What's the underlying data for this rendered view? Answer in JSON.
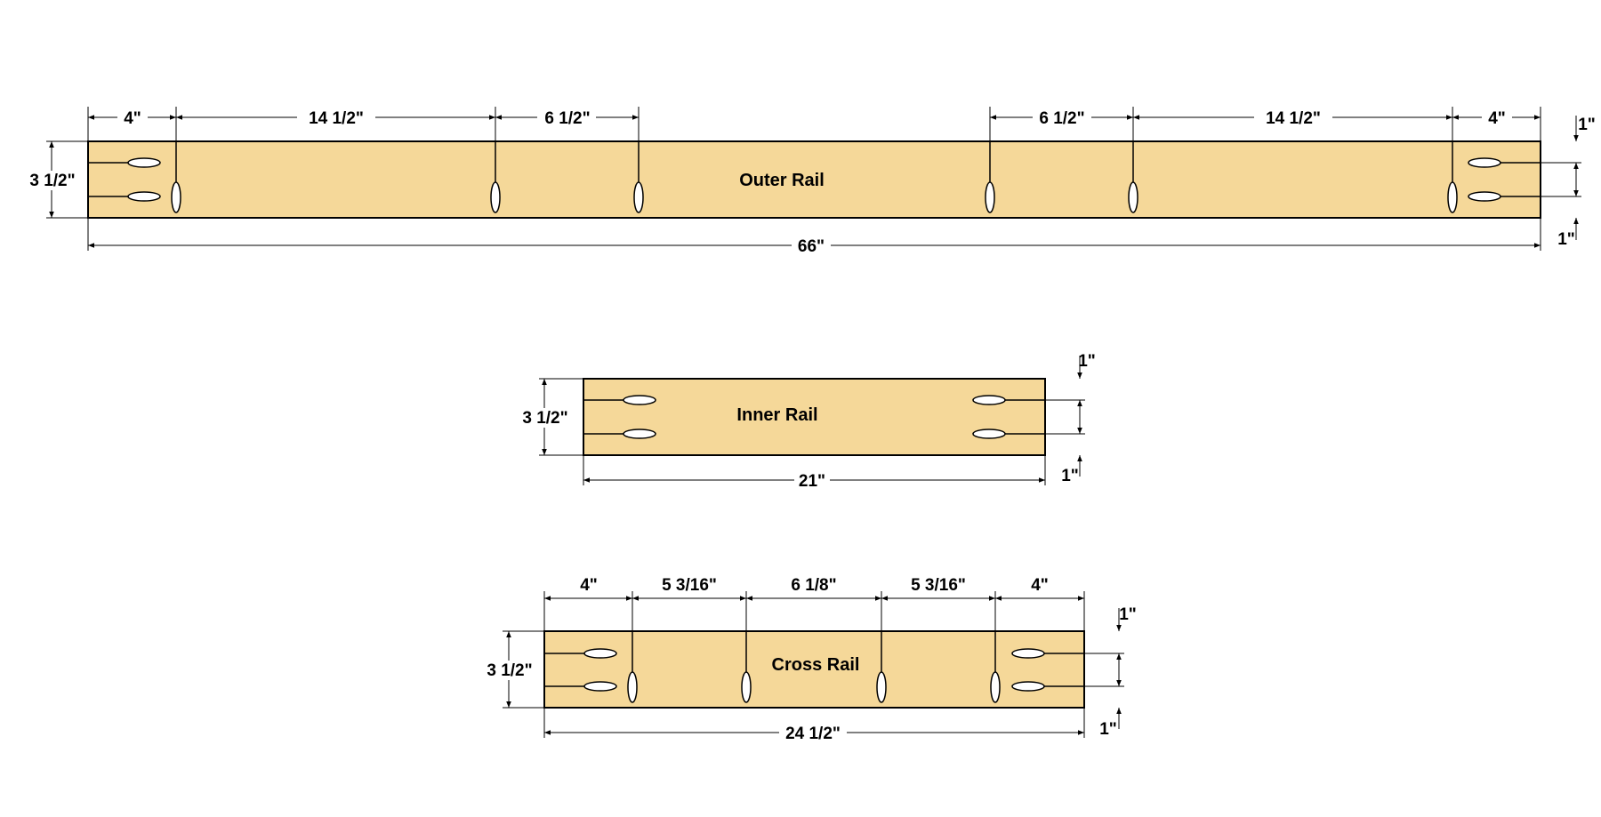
{
  "outer_rail": {
    "title": "Outer Rail",
    "segments": [
      "4\"",
      "14 1/2\"",
      "6 1/2\"",
      "6 1/2\"",
      "14 1/2\"",
      "4\""
    ],
    "length": "66\"",
    "width": "3 1/2\"",
    "edge_top": "1\"",
    "edge_bottom": "1\""
  },
  "inner_rail": {
    "title": "Inner Rail",
    "length": "21\"",
    "width": "3 1/2\"",
    "edge_top": "1\"",
    "edge_bottom": "1\""
  },
  "cross_rail": {
    "title": "Cross Rail",
    "segments": [
      "4\"",
      "5 3/16\"",
      "6 1/8\"",
      "5 3/16\"",
      "4\""
    ],
    "length": "24 1/2\"",
    "width": "3 1/2\"",
    "edge_top": "1\"",
    "edge_bottom": "1\""
  },
  "colors": {
    "board": "#f5d899",
    "hole": "#ffffff",
    "ink": "#000000"
  }
}
